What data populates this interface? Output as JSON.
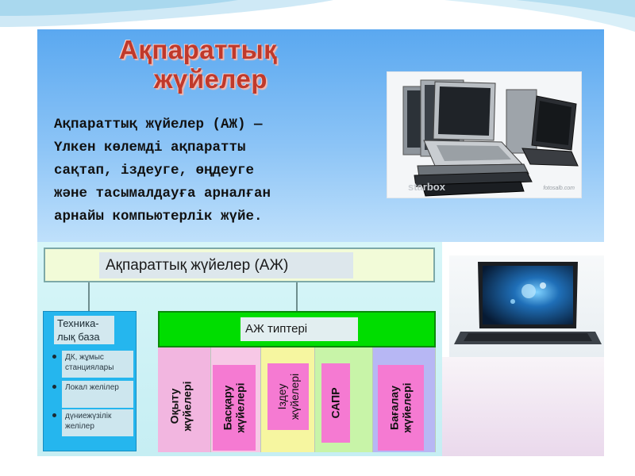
{
  "slide": {
    "title_line1": "Ақпараттық",
    "title_line2": "жүйелер",
    "definition": "Ақпараттық жүйелер (АЖ) —\nҮлкен көлемді ақпаратты\nсақтап, іздеуге, өңдеуге\nжәне тасымалдауға арналған\nарнайы компьютерлік жүйе."
  },
  "photo_laptops": {
    "watermark_left": "starbox",
    "watermark_right": "fotosalb.com"
  },
  "diagram": {
    "root_label": "Ақпараттық жүйелер (АЖ)",
    "tech_base": {
      "title": "Техника-\nлық база",
      "items": [
        "ДК, жұмыс станциялары",
        "Локал желілер",
        "дүниежүзілік желілер"
      ]
    },
    "types_label": "АЖ типтері",
    "types": [
      "Оқыту жүйелері",
      "Басқару жүйелері",
      "Іздеу жүйелері",
      "САПР",
      "Бағалау жүйелері"
    ]
  },
  "colors": {
    "title_red": "#c0392b",
    "top_panel_blue": "#5aa8f0",
    "tech_box_blue": "#25b6ee",
    "types_green": "#00dd00",
    "col1_pink": "#f2b6e0",
    "col2_pink": "#f7c8e6",
    "col3_yellow": "#f6f6a0",
    "col4_green": "#c8f4a8",
    "col5_lavender": "#b7b7f4",
    "tag_magenta": "#f57ad2"
  }
}
